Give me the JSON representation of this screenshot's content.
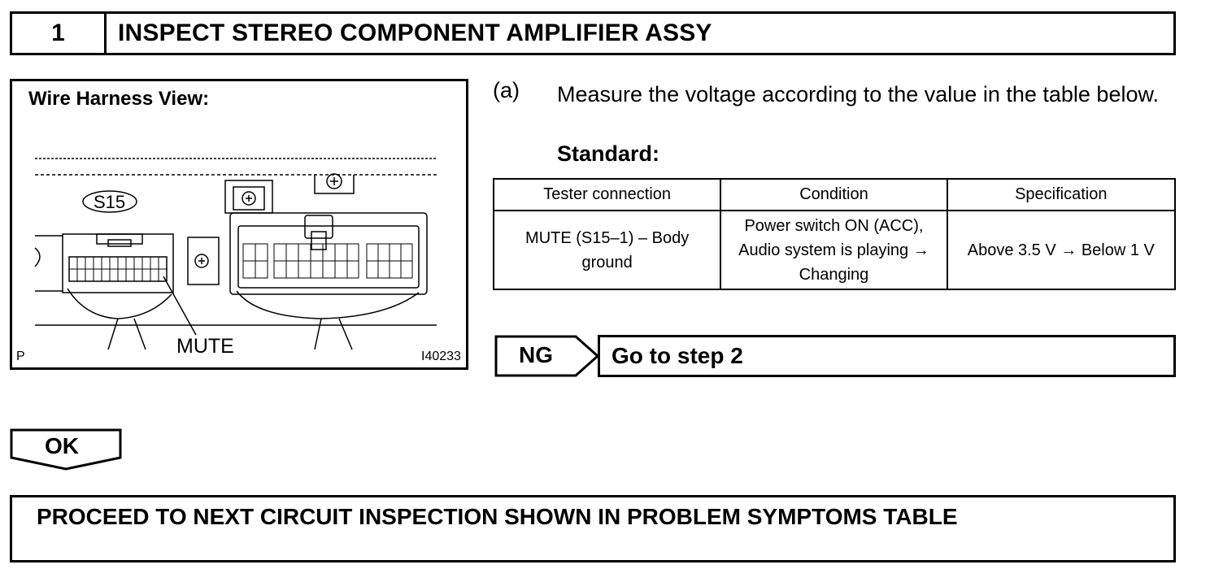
{
  "step": {
    "number": "1",
    "title": "INSPECT STEREO COMPONENT AMPLIFIER ASSY"
  },
  "figure": {
    "title": "Wire Harness View:",
    "connector_label": "S15",
    "mute_label": "MUTE",
    "corner_letter": "P",
    "figure_code": "I40233"
  },
  "instruction": {
    "letter": "(a)",
    "text": "Measure the voltage according to the value in the table below.",
    "standard_label": "Standard:"
  },
  "table": {
    "headers": [
      "Tester connection",
      "Condition",
      "Specification"
    ],
    "rows": [
      [
        "MUTE (S15–1) – Body ground",
        "Power switch ON (ACC), Audio system is playing → Changing",
        "Above 3.5 V → Below 1 V"
      ]
    ]
  },
  "ng": {
    "label": "NG",
    "action": "Go to step 2"
  },
  "ok": {
    "label": "OK"
  },
  "proceed": {
    "text": "PROCEED TO NEXT CIRCUIT INSPECTION SHOWN IN PROBLEM SYMPTOMS TABLE"
  }
}
